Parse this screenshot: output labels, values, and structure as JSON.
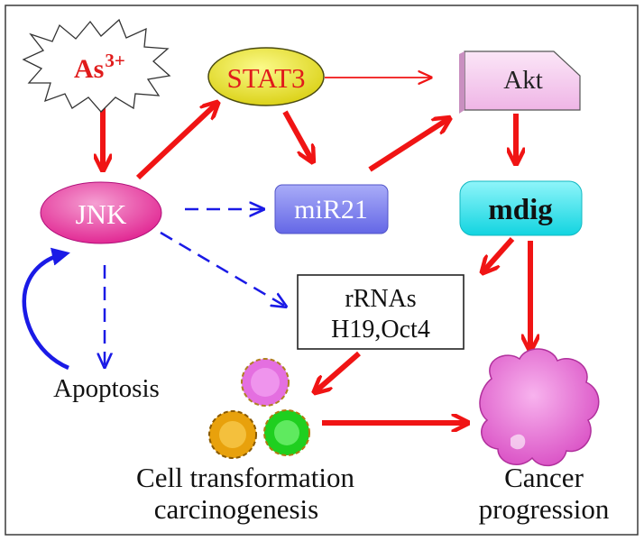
{
  "nodes": {
    "arsenic": {
      "base": "As",
      "sup": "3+",
      "color": "#e01b1b"
    },
    "stat3": {
      "label": "STAT3",
      "color": "#e01b1b",
      "fill": "#e6e21a"
    },
    "akt": {
      "label": "Akt",
      "fill": "#f6c8ee"
    },
    "jnk": {
      "label": "JNK",
      "fill": "#ee3fa6"
    },
    "mir21": {
      "label": "miR21",
      "fill": "#7b7ff0"
    },
    "mdig": {
      "label": "mdig",
      "fill": "#22e4ee"
    },
    "rrnas": {
      "line1": "rRNAs",
      "line2": "H19,Oct4"
    },
    "apoptosis": {
      "label": "Apoptosis"
    },
    "cell_transformation": {
      "line1": "Cell transformation",
      "line2": "carcinogenesis"
    },
    "cancer_progression": {
      "line1": "Cancer",
      "line2": "progression"
    }
  },
  "colors": {
    "activation_arrow": "#f01414",
    "dashed_arrow": "#1a1ae6",
    "feedback_arrow": "#1a1ae6",
    "cell_pink": "#e46fe0",
    "cell_orange": "#e8a10c",
    "cell_green": "#1fcf1f",
    "cancer_mass": "#ea6fd6",
    "border": "#333333"
  }
}
